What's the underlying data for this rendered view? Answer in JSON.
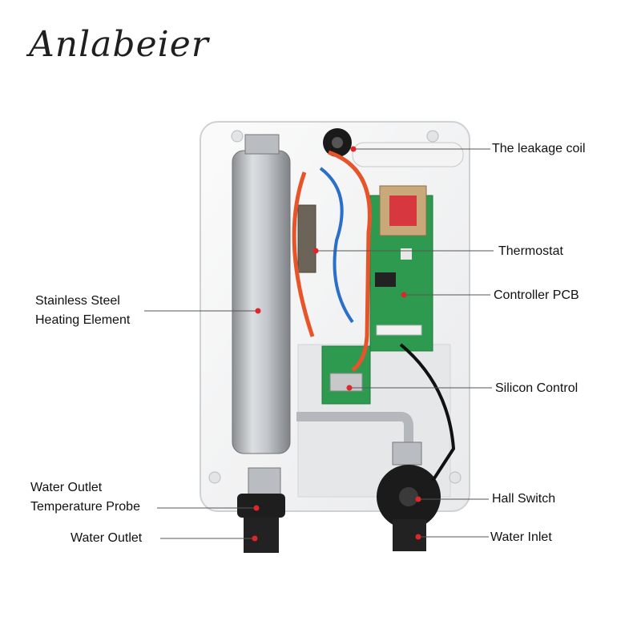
{
  "brand": {
    "name": "Anlabeier"
  },
  "labels": {
    "leakage_coil": "The leakage coil",
    "thermostat": "Thermostat",
    "controller_pcb": "Controller PCB",
    "heating_line1": "Stainless Steel",
    "heating_line2": "Heating Element",
    "silicon_control": "Silicon Control",
    "probe_line1": "Water Outlet",
    "probe_line2": "Temperature Probe",
    "hall_switch": "Hall Switch",
    "water_outlet": "Water Outlet",
    "water_inlet": "Water Inlet"
  },
  "colors": {
    "leader_line": "#555555",
    "marker_dot": "#e0262b",
    "pcb_green": "#2e9a4f",
    "wire_orange": "#e8542a",
    "wire_blue": "#2a6fc9"
  }
}
